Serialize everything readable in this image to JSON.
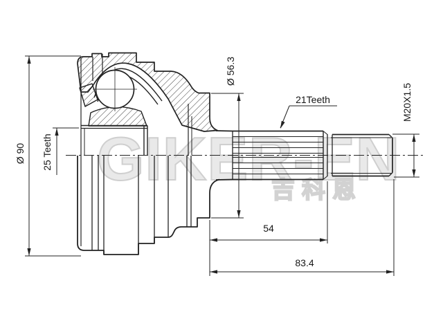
{
  "drawing": {
    "type": "cv-joint-outer-technical-drawing",
    "background": "#ffffff",
    "line_color": "#222222",
    "watermark": {
      "brand": "GIKER-EN",
      "brand_cn": "吉科恩",
      "color": "#d5d5d5"
    },
    "dimensions": {
      "outer_diameter": "Ø 90",
      "inner_spline_teeth": "25 Teeth",
      "boss_diameter": "Ø 56.3",
      "shaft_spline_teeth": "21Teeth",
      "thread_spec": "M20X1.5",
      "spline_length": "54",
      "overall_length": "83.4"
    }
  }
}
